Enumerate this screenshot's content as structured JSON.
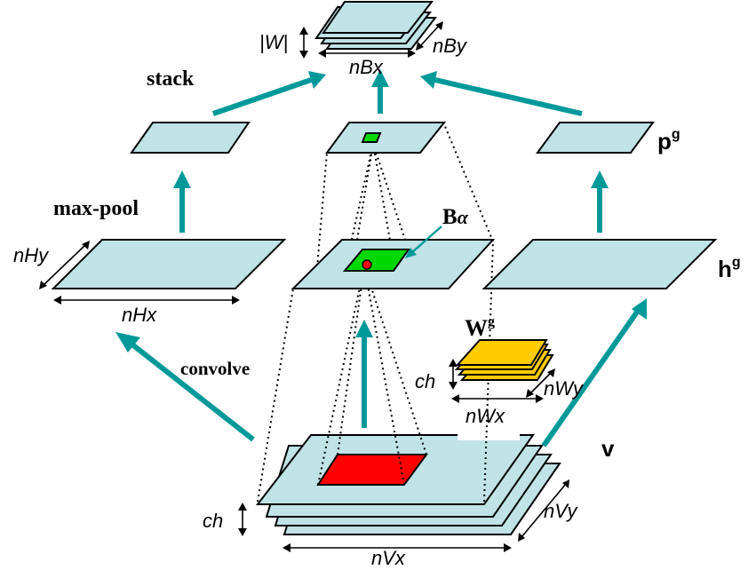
{
  "labels": {
    "stack": "stack",
    "max_pool": "max-pool",
    "convolve": "convolve",
    "b_alpha_main": "B",
    "b_alpha_sub": "α",
    "w_g_main": "W",
    "w_g_sup": "g",
    "p_g_main": "p",
    "p_g_sup": "g",
    "h_g_main": "h",
    "h_g_sup": "g",
    "v": "v",
    "w_abs": "|W|",
    "nBy": "nBy",
    "nBx": "nBx",
    "nHy": "nHy",
    "nHx": "nHx",
    "ch_w": "ch",
    "nWy": "nWy",
    "nWx": "nWx",
    "ch_v": "ch",
    "nVy": "nVy",
    "nVx": "nVx"
  },
  "colors": {
    "plane": "#bfe3e6",
    "arrow": "#009999",
    "input_patch": "#ff0000",
    "receptive_field": "#00d800",
    "filters": "#ffcc00"
  }
}
